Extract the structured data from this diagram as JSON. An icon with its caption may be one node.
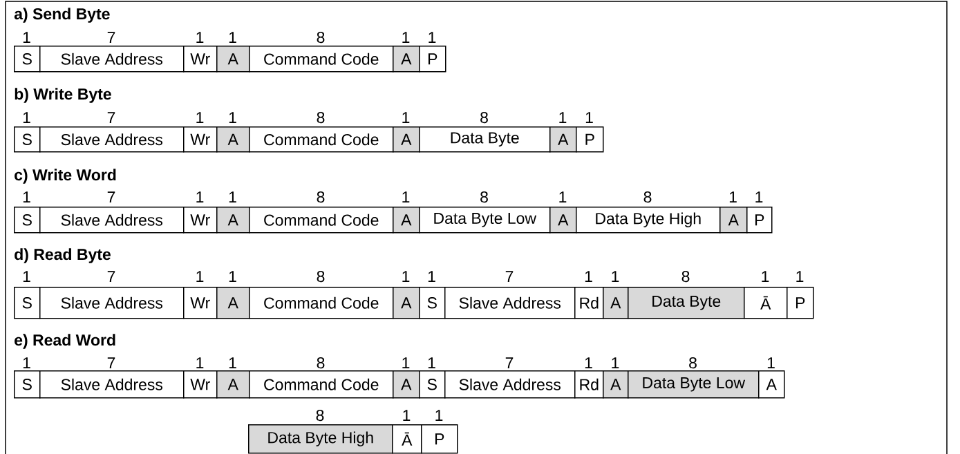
{
  "diagram": {
    "nodes": [
      {
        "text": [
          "S"
        ]
      },
      {
        "text": [
          "Slave Address"
        ]
      },
      {
        "text": [
          "Wr"
        ]
      },
      {
        "text": [
          "A"
        ]
      },
      {
        "text": [
          "Command Code"
        ]
      },
      {
        "text": [
          "A"
        ]
      },
      {
        "text": [
          "P"
        ]
      },
      {
        "text": [
          "S"
        ]
      },
      {
        "text": [
          "Slave Address"
        ]
      },
      {
        "text": [
          "Wr"
        ]
      },
      {
        "text": [
          "A"
        ]
      },
      {
        "text": [
          "Command Code"
        ]
      },
      {
        "text": [
          "A"
        ]
      },
      {
        "text": [
          "Data Byte"
        ]
      },
      {
        "text": [
          "A"
        ]
      },
      {
        "text": [
          "P"
        ]
      },
      {
        "text": [
          "S"
        ]
      },
      {
        "text": [
          "Slave Address"
        ]
      },
      {
        "text": [
          "Wr"
        ]
      },
      {
        "text": [
          "A"
        ]
      },
      {
        "text": [
          "Command Code"
        ]
      },
      {
        "text": [
          "A"
        ]
      },
      {
        "text": [
          "Data Byte Low"
        ]
      },
      {
        "text": [
          "A"
        ]
      },
      {
        "text": [
          "Data Byte High"
        ]
      },
      {
        "text": [
          "A"
        ]
      },
      {
        "text": [
          "P"
        ]
      },
      {
        "text": [
          "S"
        ]
      },
      {
        "text": [
          "Slave Address"
        ]
      },
      {
        "text": [
          "Wr"
        ]
      },
      {
        "text": [
          "A"
        ]
      },
      {
        "text": [
          "Command Code"
        ]
      },
      {
        "text": [
          "A"
        ]
      },
      {
        "text": [
          "S"
        ]
      },
      {
        "text": [
          "Slave Address"
        ]
      },
      {
        "text": [
          "Rd"
        ]
      },
      {
        "text": [
          "A"
        ]
      },
      {
        "text": [
          "Data Byte"
        ]
      },
      {
        "text": [
          "Ā"
        ]
      },
      {
        "text": [
          "P"
        ]
      },
      {
        "text": [
          "S"
        ]
      },
      {
        "text": [
          "Slave Address"
        ]
      },
      {
        "text": [
          "Wr"
        ]
      },
      {
        "text": [
          "A"
        ]
      },
      {
        "text": [
          "Command Code"
        ]
      },
      {
        "text": [
          "A"
        ]
      },
      {
        "text": [
          "S"
        ]
      },
      {
        "text": [
          "Slave Address"
        ]
      },
      {
        "text": [
          "Rd"
        ]
      },
      {
        "text": [
          "A"
        ]
      },
      {
        "text": [
          "Data Byte Low"
        ]
      },
      {
        "text": [
          "A"
        ]
      },
      {
        "text": [
          "Data Byte High"
        ]
      },
      {
        "text": [
          "Ā"
        ]
      },
      {
        "text": [
          "P"
        ]
      }
    ],
    "labels": [
      "a) Send Byte",
      "1",
      "7",
      "1",
      "1",
      "8",
      "1",
      "1",
      "b) Write Byte",
      "1",
      "7",
      "1",
      "1",
      "8",
      "1",
      "8",
      "1",
      "1",
      "c) Write Word",
      "1",
      "7",
      "1",
      "1",
      "8",
      "1",
      "8",
      "1",
      "8",
      "1",
      "1",
      "d) Read Byte",
      "1",
      "7",
      "1",
      "1",
      "8",
      "1",
      "1",
      "7",
      "1",
      "1",
      "8",
      "1",
      "1",
      "e) Read Word",
      "1",
      "7",
      "1",
      "1",
      "8",
      "1",
      "1",
      "7",
      "1",
      "1",
      "8",
      "1",
      "8",
      "1",
      "1"
    ]
  }
}
